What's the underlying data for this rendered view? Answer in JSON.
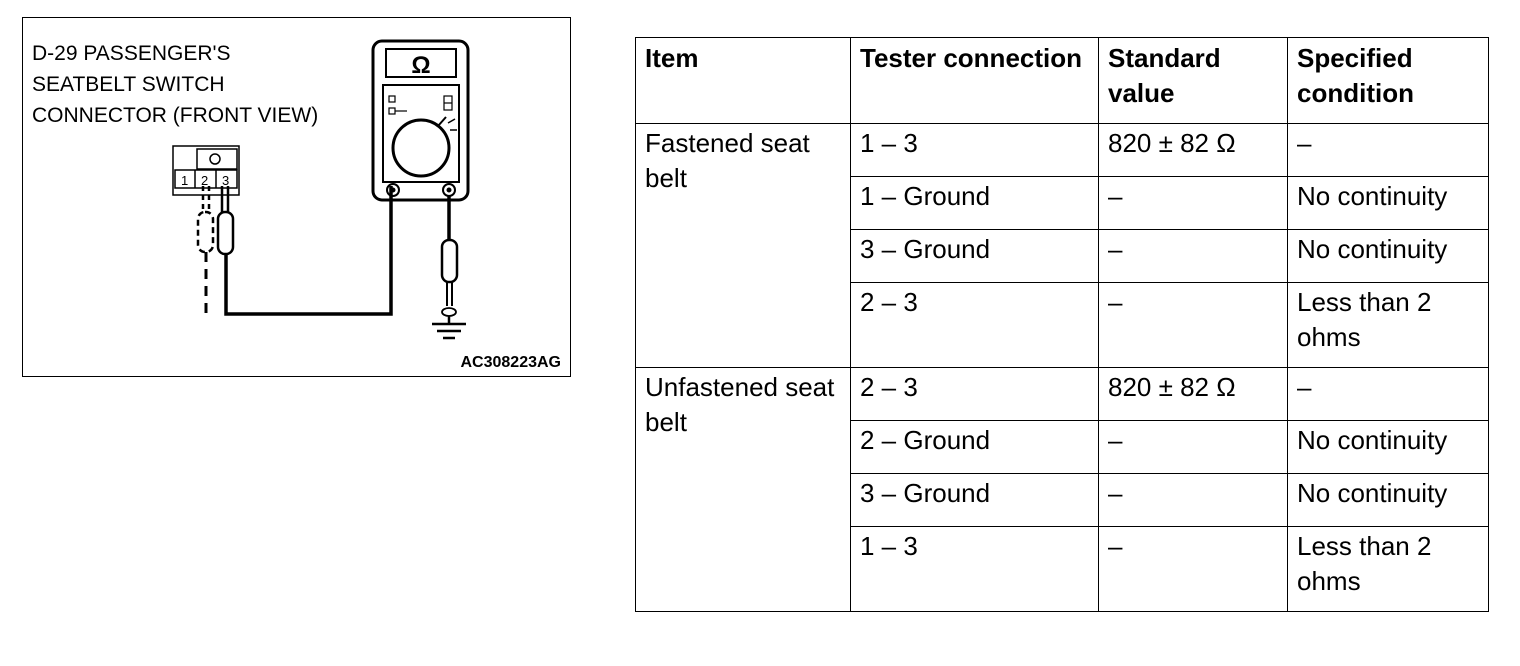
{
  "diagram": {
    "caption_lines": [
      "D-29 PASSENGER'S",
      "SEATBELT SWITCH",
      "CONNECTOR (FRONT VIEW)"
    ],
    "connector_pins": [
      "1",
      "2",
      "3"
    ],
    "meter_symbol": "Ω",
    "figure_id": "AC308223AG",
    "icons": [
      "multimeter-icon",
      "ground-symbol-icon",
      "probe-icon",
      "connector-icon"
    ]
  },
  "table": {
    "headers": {
      "item": "Item",
      "tester_connection": "Tester connection",
      "standard_value": "Standard value",
      "specified_condition": "Specified condition"
    },
    "groups": [
      {
        "item": "Fastened seat belt",
        "rows": [
          {
            "connection": "1 – 3",
            "standard": "820 ± 82 Ω",
            "condition": "–"
          },
          {
            "connection": "1 – Ground",
            "standard": "–",
            "condition": "No continuity"
          },
          {
            "connection": "3 – Ground",
            "standard": "–",
            "condition": "No continuity"
          },
          {
            "connection": "2 – 3",
            "standard": "–",
            "condition": "Less than 2 ohms"
          }
        ]
      },
      {
        "item": "Unfastened seat belt",
        "rows": [
          {
            "connection": "2 – 3",
            "standard": "820 ± 82 Ω",
            "condition": "–"
          },
          {
            "connection": "2 – Ground",
            "standard": "–",
            "condition": "No continuity"
          },
          {
            "connection": "3 – Ground",
            "standard": "–",
            "condition": "No continuity"
          },
          {
            "connection": "1 – 3",
            "standard": "–",
            "condition": "Less than 2 ohms"
          }
        ]
      }
    ]
  }
}
